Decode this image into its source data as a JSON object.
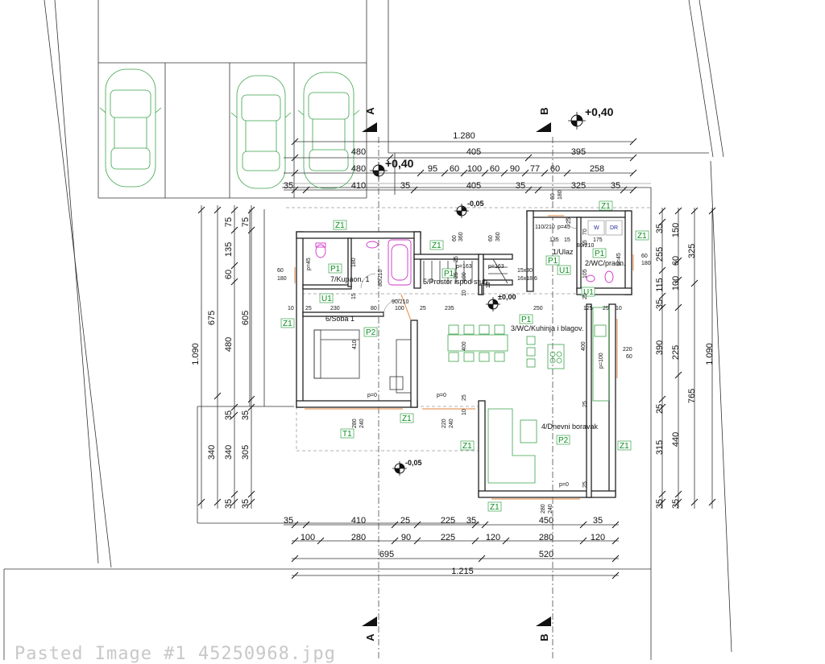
{
  "levels": [
    "+0,40",
    "+0,40",
    "-0,05",
    "±0,00",
    "-0,05"
  ],
  "sections": [
    "A",
    "B",
    "A",
    "B"
  ],
  "top_dims": {
    "overall": "1.280",
    "row1": [
      "480",
      "405",
      "395"
    ],
    "row2": [
      "480",
      "95",
      "60",
      "100",
      "60",
      "90",
      "77",
      "60",
      "258"
    ],
    "row3": [
      "35",
      "410",
      "35",
      "405",
      "35",
      "325",
      "35"
    ]
  },
  "bottom_dims": {
    "row1": [
      "35",
      "410",
      "25",
      "225",
      "35",
      "450",
      "35"
    ],
    "row2": [
      "100",
      "280",
      "90",
      "225",
      "120",
      "280",
      "120"
    ],
    "row3": [
      "695",
      "520"
    ],
    "overall": "1.215"
  },
  "left_dims": {
    "outer": "1.090",
    "mid": [
      "675",
      "340"
    ],
    "inner1": [
      "75",
      "135",
      "60",
      "480",
      "35",
      "340",
      "35"
    ],
    "inner2": [
      "75",
      "605",
      "35",
      "305",
      "35"
    ]
  },
  "right_dims": {
    "outer": "1.090",
    "mid": [
      "325",
      "765"
    ],
    "inner1": [
      "150",
      "60",
      "100",
      "225",
      "440",
      "35"
    ],
    "inner2": [
      "35",
      "255",
      "115",
      "35",
      "390",
      "25",
      "315",
      "35"
    ]
  },
  "rooms": [
    "1/Ulaz",
    "2/WC/praon.",
    "3/WC/Kuhinja i blagov.",
    "4/Dnevni boravak",
    "5/Prostor ispod stub.",
    "6/Soba 1",
    "7/Kupaon. 1"
  ],
  "room_tags": [
    "Z1",
    "Z1",
    "Z1",
    "Z1",
    "Z1",
    "Z1",
    "Z1",
    "Z1",
    "Z1",
    "P1",
    "P1",
    "P1",
    "P1",
    "P1",
    "P2",
    "P2",
    "U1",
    "U1",
    "U1",
    "T1"
  ],
  "appliances": [
    "W",
    "DR"
  ],
  "openings": [
    "60",
    "180",
    "p=45",
    "80/210",
    "90/210",
    "p=0",
    "280",
    "240",
    "220",
    "240",
    "p=0",
    "60",
    "180",
    "110/210",
    "p=45",
    "135",
    "15",
    "80/210",
    "175",
    "p=45",
    "60",
    "180",
    "220",
    "60",
    "p=100",
    "p=163",
    "p=163",
    "15x30",
    "16x18,6",
    "60",
    "360",
    "60",
    "360",
    "280",
    "240",
    "p=0"
  ],
  "interior_dims": [
    "10",
    "25",
    "230",
    "80",
    "100",
    "25",
    "235",
    "250",
    "125",
    "25",
    "10",
    "410",
    "400",
    "400",
    "15",
    "180",
    "25",
    "25",
    "100",
    "10",
    "25",
    "10",
    "15",
    "25",
    "70",
    "15",
    "105",
    "25",
    "25",
    "25"
  ],
  "caption": "Pasted Image #1 45250968.jpg"
}
